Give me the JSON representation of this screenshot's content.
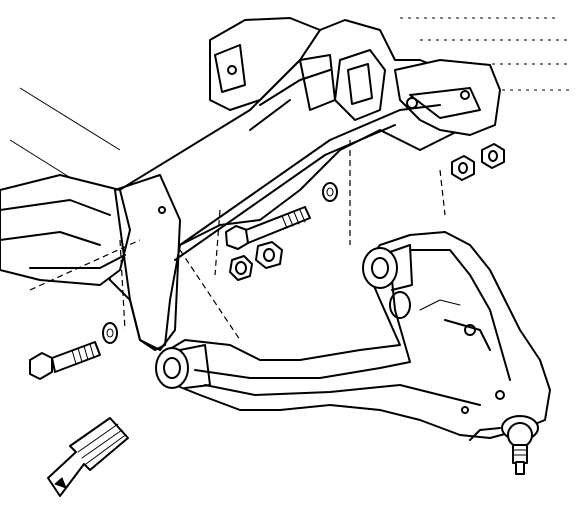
{
  "figure": {
    "background": "#ffffff",
    "ink_color": "#000000",
    "has_text": false,
    "parts": [
      "frame-rail",
      "upper-crossmember",
      "lower-control-arm",
      "front-bushing",
      "rear-bushing",
      "ball-joint",
      "front-bolt",
      "rear-bolt",
      "washers",
      "nuts",
      "direction-arrow"
    ],
    "direction_arrow_icon": "arrow-down-left-icon"
  }
}
